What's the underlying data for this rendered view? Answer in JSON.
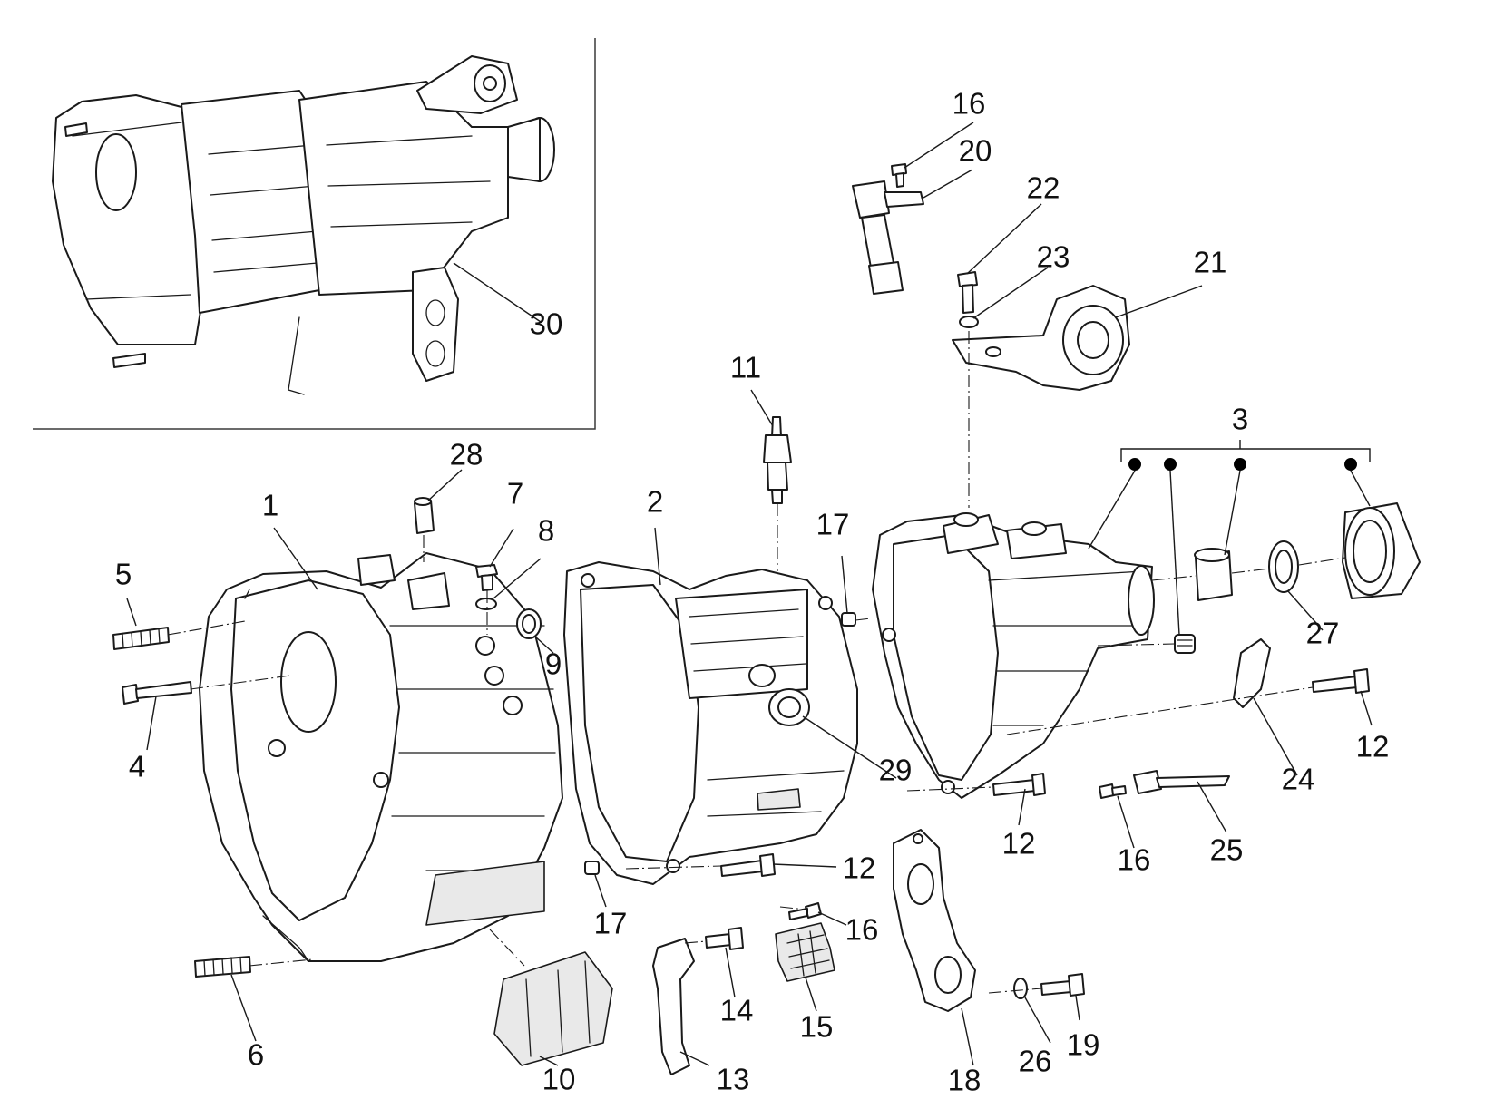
{
  "diagram": {
    "callouts": [
      {
        "id": "c1",
        "text": "1"
      },
      {
        "id": "c2",
        "text": "2"
      },
      {
        "id": "c3",
        "text": "3"
      },
      {
        "id": "c4",
        "text": "4"
      },
      {
        "id": "c5",
        "text": "5"
      },
      {
        "id": "c6",
        "text": "6"
      },
      {
        "id": "c7",
        "text": "7"
      },
      {
        "id": "c8",
        "text": "8"
      },
      {
        "id": "c9",
        "text": "9"
      },
      {
        "id": "c10",
        "text": "10"
      },
      {
        "id": "c11",
        "text": "11"
      },
      {
        "id": "c12a",
        "text": "12"
      },
      {
        "id": "c12b",
        "text": "12"
      },
      {
        "id": "c12c",
        "text": "12"
      },
      {
        "id": "c13",
        "text": "13"
      },
      {
        "id": "c14",
        "text": "14"
      },
      {
        "id": "c15",
        "text": "15"
      },
      {
        "id": "c16a",
        "text": "16"
      },
      {
        "id": "c16b",
        "text": "16"
      },
      {
        "id": "c16c",
        "text": "16"
      },
      {
        "id": "c17a",
        "text": "17"
      },
      {
        "id": "c17b",
        "text": "17"
      },
      {
        "id": "c18",
        "text": "18"
      },
      {
        "id": "c19",
        "text": "19"
      },
      {
        "id": "c20",
        "text": "20"
      },
      {
        "id": "c21",
        "text": "21"
      },
      {
        "id": "c22",
        "text": "22"
      },
      {
        "id": "c23",
        "text": "23"
      },
      {
        "id": "c24",
        "text": "24"
      },
      {
        "id": "c25",
        "text": "25"
      },
      {
        "id": "c26",
        "text": "26"
      },
      {
        "id": "c27",
        "text": "27"
      },
      {
        "id": "c28",
        "text": "28"
      },
      {
        "id": "c29",
        "text": "29"
      },
      {
        "id": "c30",
        "text": "30"
      }
    ]
  }
}
